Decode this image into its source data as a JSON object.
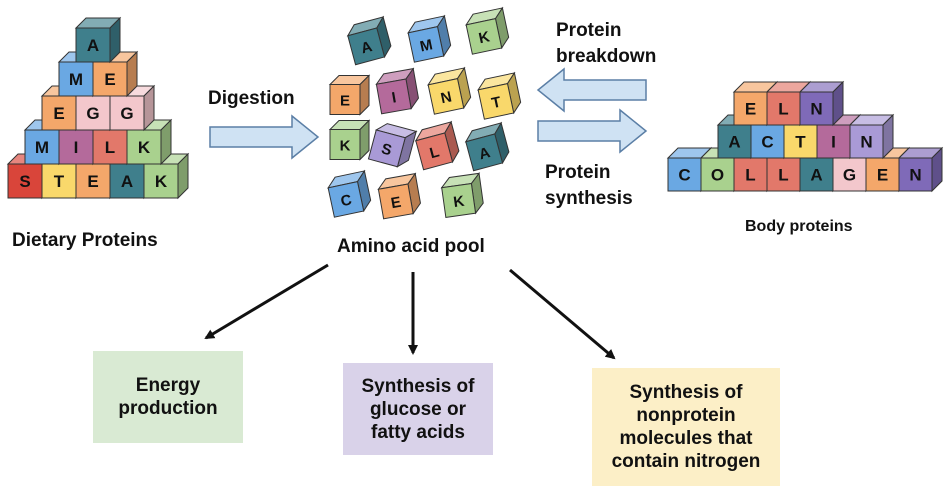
{
  "labels": {
    "dietary": "Dietary Proteins",
    "digestion": "Digestion",
    "pool": "Amino acid pool",
    "breakdown": "Protein\nbreakdown",
    "synthesis": "Protein\nsynthesis",
    "body": "Body proteins"
  },
  "outcomes": [
    {
      "text": "Energy\nproduction",
      "color": "#d9ead3"
    },
    {
      "text": "Synthesis of\nglucose or\nfatty acids",
      "color": "#d9d2e9"
    },
    {
      "text": "Synthesis of\nnonprotein\nmolecules that\ncontain nitrogen",
      "color": "#fcefc7"
    }
  ],
  "pyramid": [
    [
      "A"
    ],
    [
      "M",
      "E"
    ],
    [
      "E",
      "G",
      "G"
    ],
    [
      "M",
      "I",
      "L",
      "K"
    ],
    [
      "S",
      "T",
      "E",
      "A",
      "K"
    ]
  ],
  "pool_letters": [
    "A",
    "M",
    "K",
    "E",
    "I",
    "N",
    "T",
    "K",
    "S",
    "L",
    "A",
    "C",
    "E",
    "K"
  ],
  "body_rows": [
    [
      "E",
      "L",
      "N"
    ],
    [
      "A",
      "C",
      "T",
      "I",
      "N"
    ],
    [
      "C",
      "O",
      "L",
      "L",
      "A",
      "G",
      "E",
      "N"
    ]
  ],
  "colors": {
    "teal": "#3f7f8c",
    "orange": "#f4a76a",
    "pink": "#f3c7cc",
    "blue": "#6aa8e3",
    "magenta": "#b46a9b",
    "salmon": "#e2786a",
    "green": "#a9d18e",
    "red": "#d9453a",
    "yellow": "#f9d86b",
    "lavender": "#a99ad6",
    "purple": "#7f6ab8",
    "arrow_fill": "#cfe2f3",
    "arrow_stroke": "#5b7fa6"
  }
}
